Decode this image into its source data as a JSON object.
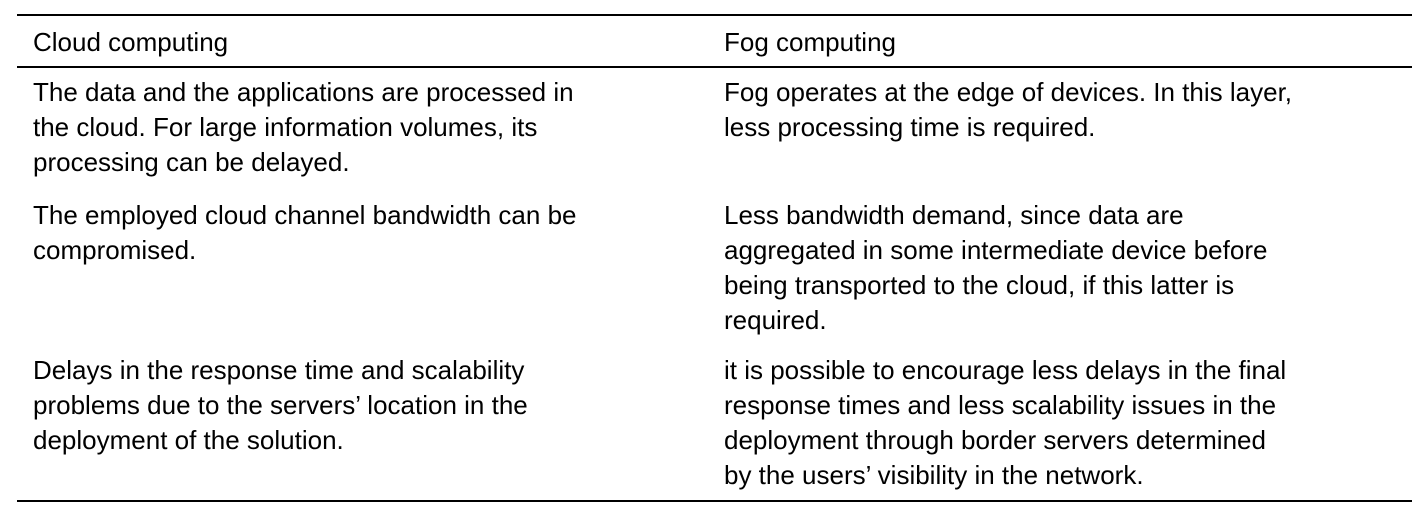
{
  "table": {
    "headers": [
      "Cloud computing",
      "Fog computing"
    ],
    "rows": [
      [
        "The data and the applications are processed in\nthe cloud. For large information volumes, its\nprocessing can be delayed.",
        "Fog operates at the edge of devices. In this layer,\nless processing time is required."
      ],
      [
        "The employed cloud channel bandwidth can be\ncompromised.",
        "Less bandwidth demand, since data are\naggregated in some intermediate device before\nbeing transported to the cloud, if this latter is\nrequired."
      ],
      [
        "Delays in the response time and scalability\nproblems due to the servers’ location in the\ndeployment of the solution.",
        "it is possible to encourage less delays in the final\nresponse times and less scalability issues in the\ndeployment through border servers determined\nby the users’ visibility in the network."
      ]
    ]
  }
}
